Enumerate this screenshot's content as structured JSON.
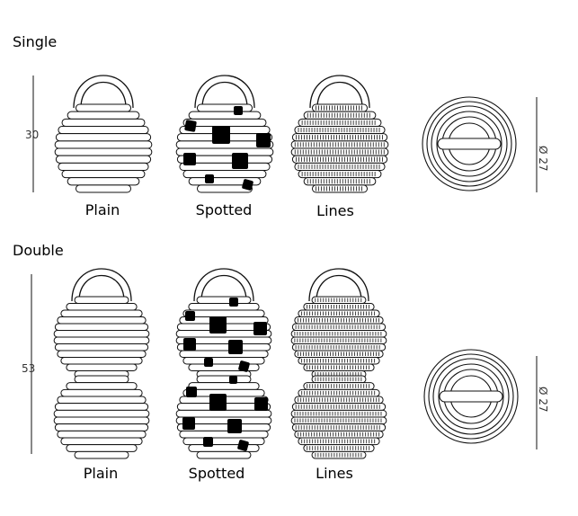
{
  "sections": [
    {
      "title": "Single",
      "height_label": "30",
      "diameter_label": "Ø 27",
      "variants": [
        {
          "label": "Plain"
        },
        {
          "label": "Spotted"
        },
        {
          "label": "Lines"
        }
      ]
    },
    {
      "title": "Double",
      "height_label": "53",
      "diameter_label": "Ø 27",
      "variants": [
        {
          "label": "Plain"
        },
        {
          "label": "Spotted"
        },
        {
          "label": "Lines"
        }
      ]
    }
  ],
  "colors": {
    "stroke": "#111111",
    "spot": "#000000",
    "background": "#ffffff"
  }
}
